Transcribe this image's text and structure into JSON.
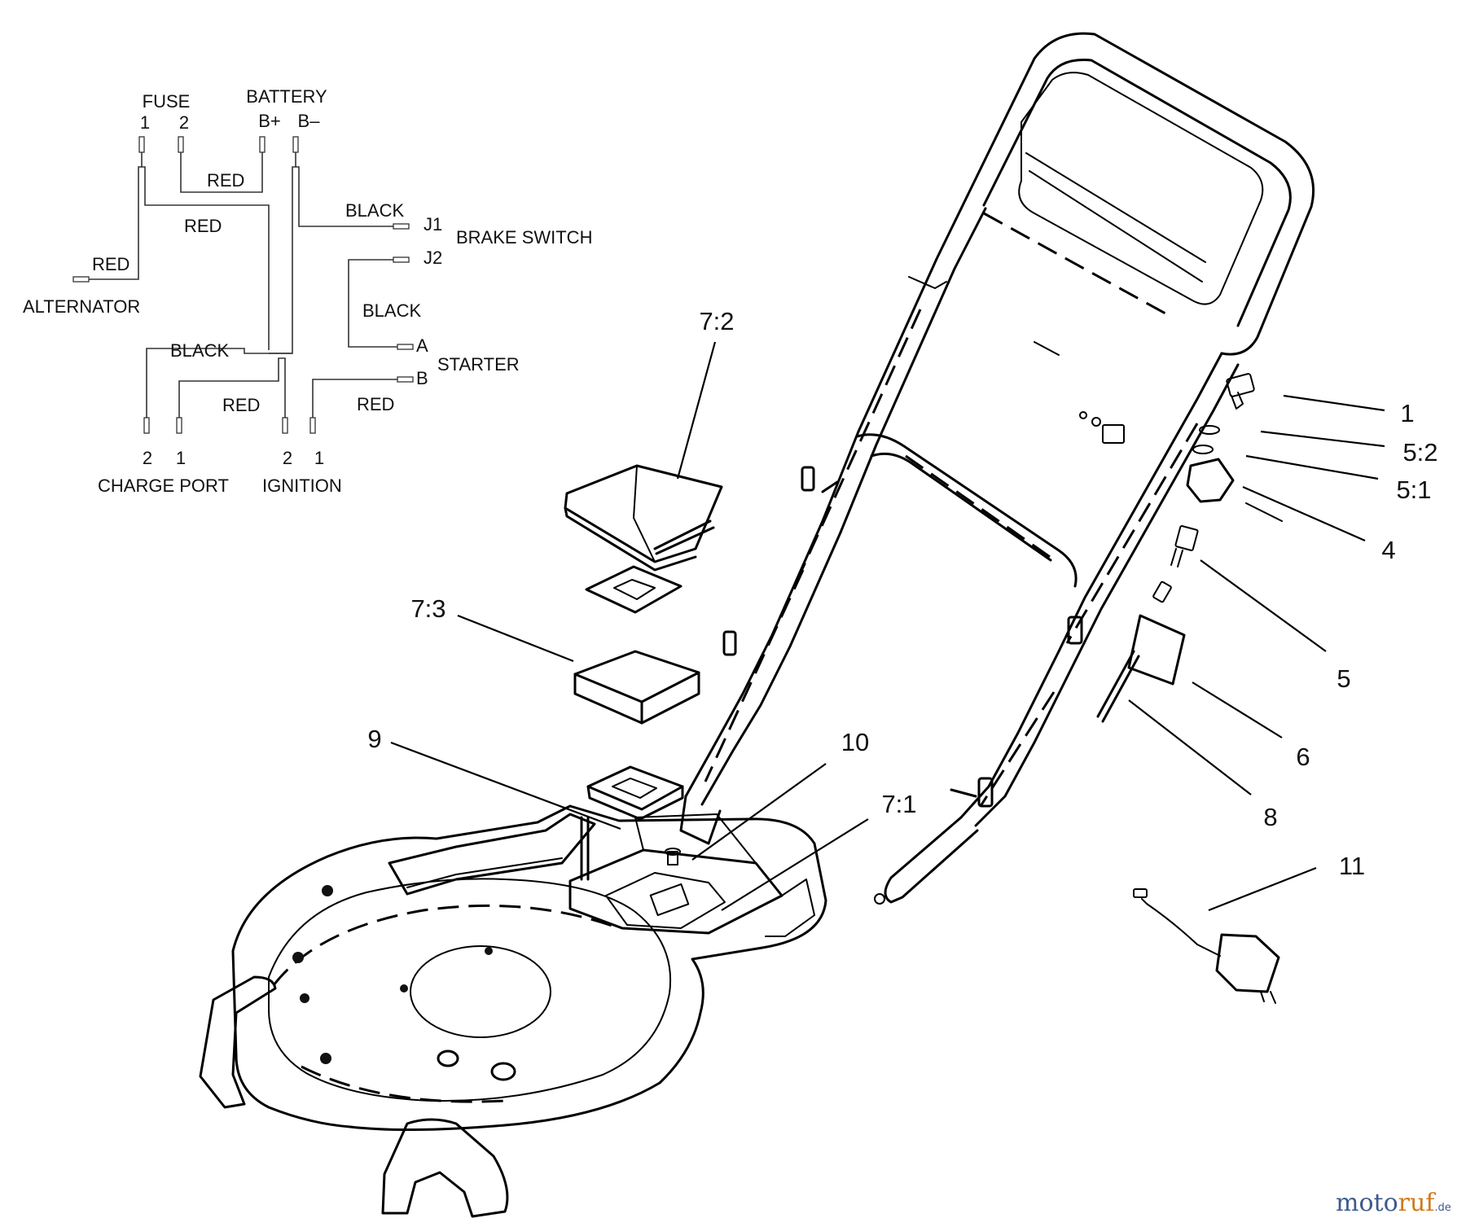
{
  "wiring": {
    "fuse": "FUSE",
    "fuse_pin1": "1",
    "fuse_pin2": "2",
    "battery": "BATTERY",
    "battery_pos": "B+",
    "battery_neg": "B–",
    "red_top": "RED",
    "red_mid": "RED",
    "red_alt": "RED",
    "alternator": "ALTERNATOR",
    "black_j1": "BLACK",
    "j1": "J1",
    "brake_switch": "BRAKE SWITCH",
    "j2": "J2",
    "black_starter": "BLACK",
    "a": "A",
    "starter": "STARTER",
    "b": "B",
    "black_left": "BLACK",
    "red_ign": "RED",
    "red_b": "RED",
    "cp_pin2": "2",
    "cp_pin1": "1",
    "ign_pin2": "2",
    "ign_pin1": "1",
    "charge_port": "CHARGE PORT",
    "ignition": "IGNITION"
  },
  "callouts": {
    "c1": "1",
    "c5_2": "5:2",
    "c5_1": "5:1",
    "c4": "4",
    "c5": "5",
    "c6": "6",
    "c8": "8",
    "c11": "11",
    "c7_2": "7:2",
    "c7_3": "7:3",
    "c9": "9",
    "c10": "10",
    "c7_1": "7:1"
  },
  "watermark": {
    "part1": "moto",
    "part2": "ruf",
    "part3": ".de"
  }
}
